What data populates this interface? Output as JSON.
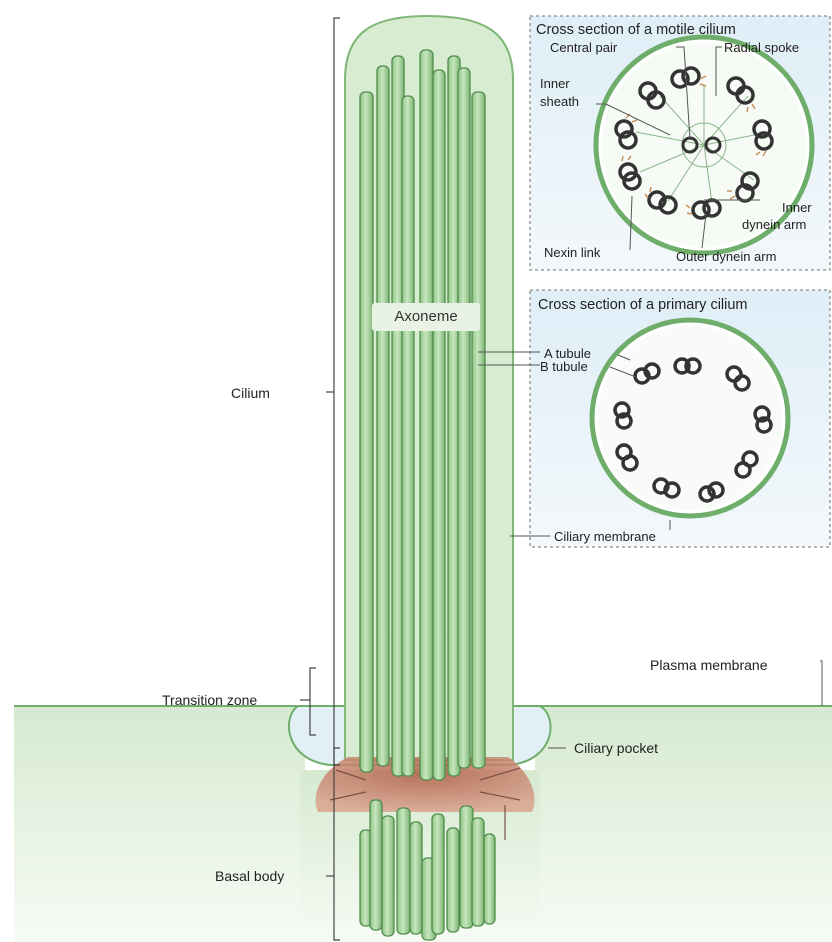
{
  "labels": {
    "cilium": "Cilium",
    "axoneme": "Axoneme",
    "transition_zone": "Transition zone",
    "basal_body": "Basal body",
    "plasma_membrane": "Plasma membrane",
    "ciliary_pocket": "Ciliary pocket",
    "ciliary_membrane": "Ciliary membrane",
    "a_tubule": "A tubule",
    "b_tubule": "B tubule"
  },
  "motile_box": {
    "title": "Cross section of a motile cilium",
    "central_pair": "Central pair",
    "radial_spoke": "Radial spoke",
    "inner_sheath_1": "Inner",
    "inner_sheath_2": "sheath",
    "inner_dynein_1": "Inner",
    "inner_dynein_2": "dynein arm",
    "nexin_link": "Nexin link",
    "outer_dynein": "Outer dynein arm"
  },
  "primary_box": {
    "title": "Cross section of a primary cilium"
  },
  "colors": {
    "cilium_fill": "#d9ecd3",
    "cilium_stroke": "#6fae6a",
    "tube_fill": "#a9d39f",
    "tube_stroke": "#4c8a49",
    "transition_zone": "#c98a74",
    "cytoplasm_top": "#ddeed6",
    "cytoplasm_bottom": "#f6fbf3",
    "pocket_fill": "#e3f0f5",
    "box_stroke": "#8a8a8a",
    "box_fill": "#e8f2f8"
  }
}
